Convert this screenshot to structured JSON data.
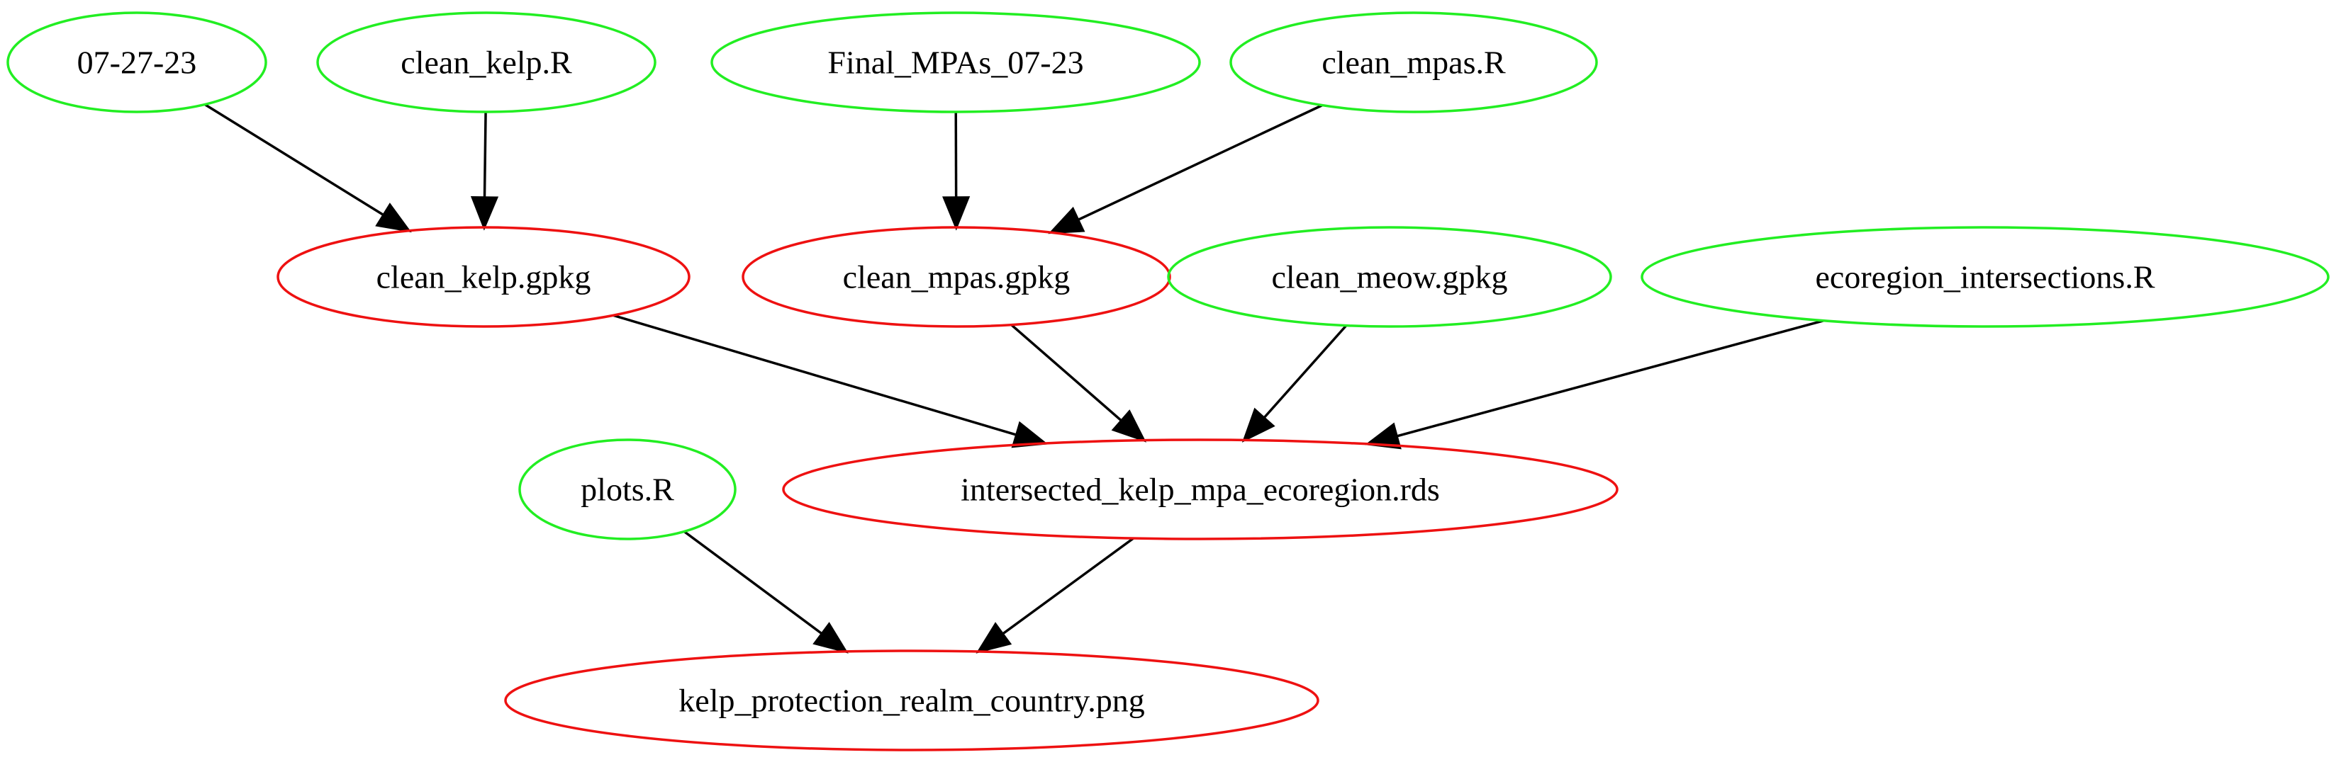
{
  "colors": {
    "source": "#22ee22",
    "target": "#ee1111",
    "edge": "#000000"
  },
  "nodes": [
    {
      "id": "n0727",
      "label": "07-27-23",
      "kind": "source"
    },
    {
      "id": "ncleankelpR",
      "label": "clean_kelp.R",
      "kind": "source"
    },
    {
      "id": "nfinalmpas",
      "label": "Final_MPAs_07-23",
      "kind": "source"
    },
    {
      "id": "ncleanmpasR",
      "label": "clean_mpas.R",
      "kind": "source"
    },
    {
      "id": "ncleankelpgpkg",
      "label": "clean_kelp.gpkg",
      "kind": "target"
    },
    {
      "id": "ncleanmpasgpkg",
      "label": "clean_mpas.gpkg",
      "kind": "target"
    },
    {
      "id": "ncleanmeow",
      "label": "clean_meow.gpkg",
      "kind": "source"
    },
    {
      "id": "necoregionR",
      "label": "ecoregion_intersections.R",
      "kind": "source"
    },
    {
      "id": "nplotsR",
      "label": "plots.R",
      "kind": "source"
    },
    {
      "id": "nintersected",
      "label": "intersected_kelp_mpa_ecoregion.rds",
      "kind": "target"
    },
    {
      "id": "nkelpprotection",
      "label": "kelp_protection_realm_country.png",
      "kind": "target"
    }
  ],
  "edges": [
    {
      "from": "n0727",
      "to": "ncleankelpgpkg"
    },
    {
      "from": "ncleankelpR",
      "to": "ncleankelpgpkg"
    },
    {
      "from": "nfinalmpas",
      "to": "ncleanmpasgpkg"
    },
    {
      "from": "ncleanmpasR",
      "to": "ncleanmpasgpkg"
    },
    {
      "from": "ncleankelpgpkg",
      "to": "nintersected"
    },
    {
      "from": "ncleanmpasgpkg",
      "to": "nintersected"
    },
    {
      "from": "ncleanmeow",
      "to": "nintersected"
    },
    {
      "from": "necoregionR",
      "to": "nintersected"
    },
    {
      "from": "nplotsR",
      "to": "nkelpprotection"
    },
    {
      "from": "nintersected",
      "to": "nkelpprotection"
    }
  ]
}
